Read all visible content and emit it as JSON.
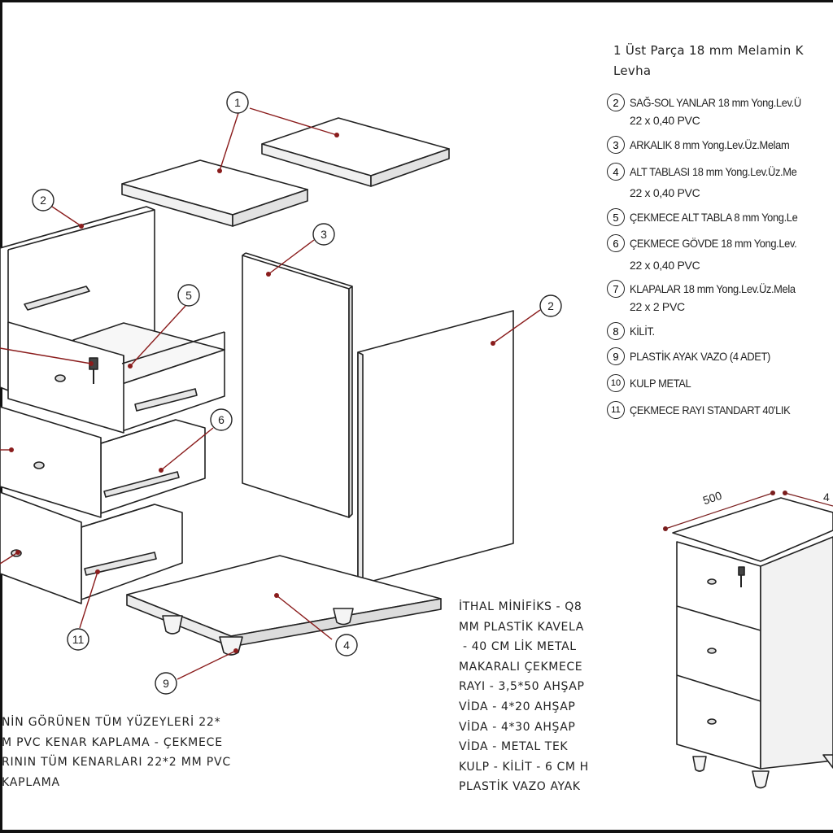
{
  "title_lines": [
    "1 Üst Parça 18 mm Melamin K",
    "Levha"
  ],
  "legend": [
    {
      "num": "2",
      "text": "SAĞ-SOL YANLAR 18 mm Yong.Lev.Ü",
      "sub": "22 x 0,40 PVC"
    },
    {
      "num": "3",
      "text": "ARKALIK  8 mm  Yong.Lev.Üz.Melam",
      "sub": ""
    },
    {
      "num": "4",
      "text": "ALT TABLASI 18 mm Yong.Lev.Üz.Me",
      "sub": "22 x 0,40 PVC"
    },
    {
      "num": "5",
      "text": "ÇEKMECE ALT TABLA 8 mm Yong.Le",
      "sub": ""
    },
    {
      "num": "6",
      "text": "ÇEKMECE GÖVDE 18 mm Yong.Lev.",
      "sub": "22 x 0,40 PVC"
    },
    {
      "num": "7",
      "text": "KLAPALAR 18 mm Yong.Lev.Üz.Mela",
      "sub": "22 x 2 PVC"
    },
    {
      "num": "8",
      "text": "KİLİT.",
      "sub": ""
    },
    {
      "num": "9",
      "text": "PLASTİK AYAK VAZO (4 ADET)",
      "sub": ""
    },
    {
      "num": "10",
      "text": "KULP METAL",
      "sub": ""
    },
    {
      "num": "11",
      "text": "ÇEKMECE RAYI STANDART  40'LIK",
      "sub": ""
    }
  ],
  "note_middle": [
    "İTHAL MİNİFİKS - Q8",
    "MM PLASTİK KAVELA",
    " - 40 CM LİK METAL",
    "MAKARALI ÇEKMECE",
    "RAYI - 3,5*50 AHŞAP",
    "VİDA - 4*20 AHŞAP",
    "VİDA - 4*30 AHŞAP",
    "VİDA - METAL TEK",
    "KULP - KİLİT - 6 CM H",
    "PLASTİK VAZO AYAK"
  ],
  "note_bottom_left": [
    "NİN GÖRÜNEN TÜM YÜZEYLERİ 22*",
    "M PVC KENAR KAPLAMA - ÇEKMECE",
    "RININ TÜM KENARLARI 22*2 MM PVC",
    "KAPLAMA"
  ],
  "dimensions": {
    "width": "500",
    "depth": "4"
  },
  "callouts": [
    "1",
    "2",
    "3",
    "2",
    "5",
    "6",
    "11",
    "9",
    "4"
  ]
}
